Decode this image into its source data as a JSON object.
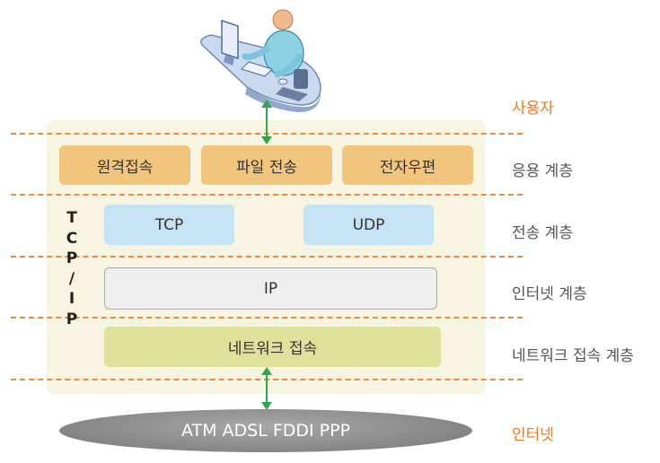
{
  "layers": {
    "user": "사용자",
    "application": "응용 계층",
    "transport": "전송 계층",
    "internet": "인터넷 계층",
    "network_access": "네트워크 접속 계층",
    "internet_bottom": "인터넷"
  },
  "application_boxes": [
    "원격접속",
    "파일 전송",
    "전자우편"
  ],
  "transport_boxes": [
    "TCP",
    "UDP"
  ],
  "ip_box": "IP",
  "network_box": "네트워크 접속",
  "tcpip_label": "T\nC\nP\n/\nI\nP",
  "physical_media": "ATM ADSL FDDI PPP",
  "colors": {
    "accent_orange": "#ee8a3a",
    "application": "#f2c57c",
    "transport": "#c6e3f4",
    "ip": "#efefef",
    "network": "#dfe29a",
    "arrow": "#2ea84a"
  },
  "icons": {
    "user": "user-at-computer-icon"
  }
}
